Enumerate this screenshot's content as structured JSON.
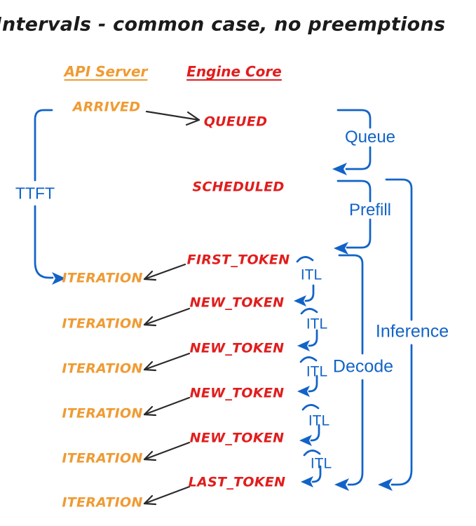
{
  "title": "Intervals - common case, no preemptions",
  "columns": {
    "api_server": "API Server",
    "engine_core": "Engine Core"
  },
  "api_events": {
    "arrived": "ARRIVED",
    "iterations": [
      "ITERATION",
      "ITERATION",
      "ITERATION",
      "ITERATION",
      "ITERATION",
      "ITERATION"
    ]
  },
  "engine_events": {
    "queued": "QUEUED",
    "scheduled": "SCHEDULED",
    "first_token": "FIRST_TOKEN",
    "new_tokens": [
      "NEW_TOKEN",
      "NEW_TOKEN",
      "NEW_TOKEN",
      "NEW_TOKEN"
    ],
    "last_token": "LAST_TOKEN"
  },
  "intervals": {
    "ttft": "TTFT",
    "queue": "Queue",
    "prefill": "Prefill",
    "itl": [
      "ITL",
      "ITL",
      "ITL",
      "ITL",
      "ITL"
    ],
    "decode": "Decode",
    "inference": "Inference"
  },
  "colors": {
    "api_server": "#ef9b33",
    "engine_core": "#e11d1d",
    "intervals": "#1263c7",
    "connector": "#2a2a2a",
    "background": "#ffffff"
  }
}
